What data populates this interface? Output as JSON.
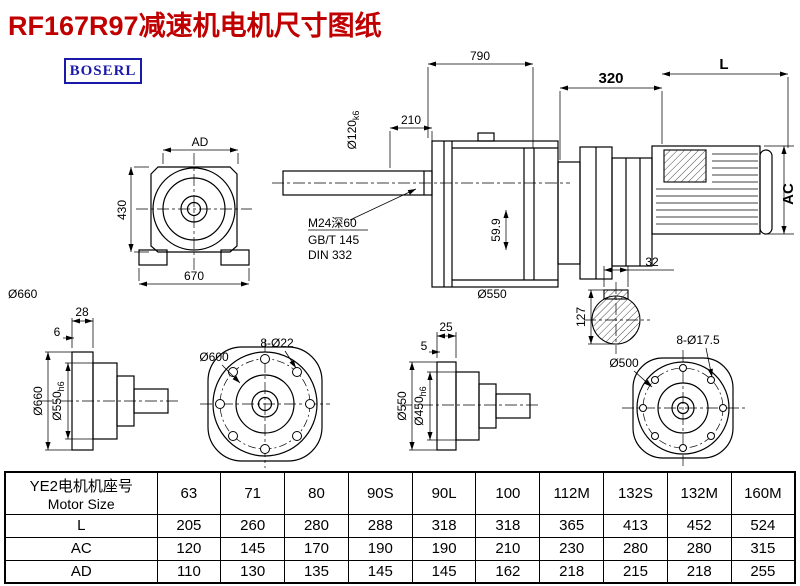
{
  "page": {
    "title": "RF167R97减速机电机尺寸图纸",
    "brand": "BOSERL"
  },
  "colors": {
    "title": "#c00000",
    "brand": "#1a1aa8",
    "line": "#000000"
  },
  "labels": {
    "front_view": {
      "ad": "AD",
      "h": "430",
      "w": "670",
      "od": "Ø660"
    },
    "side_view": {
      "overall_w": "790",
      "shaft_len": "210",
      "shaft_dia": "Ø120",
      "shaft_tol": "k6",
      "tap": "M24深60",
      "std1": "GB/T 145",
      "std2": "DIN 332",
      "key_h": "59.9",
      "flange": "Ø550"
    },
    "motor_view": {
      "adapter": "320",
      "l": "L",
      "ac": "AC",
      "key_w": "32",
      "section_h": "127"
    },
    "flange1_side": {
      "t1": "28",
      "t2": "6",
      "od": "Ø660",
      "spigot": "Ø550",
      "spigot_tol": "h6"
    },
    "flange1_front": {
      "bolt_circle": "Ø600",
      "holes": "8-Ø22"
    },
    "flange2_side": {
      "t1": "25",
      "t2": "5",
      "od": "Ø550",
      "spigot": "Ø450",
      "spigot_tol": "h6"
    },
    "flange2_front": {
      "bolt_circle": "Ø500",
      "holes": "8-Ø17.5"
    }
  },
  "table": {
    "header": {
      "line1": "YE2电机机座号",
      "line2": "Motor Size"
    },
    "frames": [
      "63",
      "71",
      "80",
      "90S",
      "90L",
      "100",
      "112M",
      "132S",
      "132M",
      "160M"
    ],
    "rows": [
      {
        "label": "L",
        "values": [
          "205",
          "260",
          "280",
          "288",
          "318",
          "318",
          "365",
          "413",
          "452",
          "524"
        ]
      },
      {
        "label": "AC",
        "values": [
          "120",
          "145",
          "170",
          "190",
          "190",
          "210",
          "230",
          "280",
          "280",
          "315"
        ]
      },
      {
        "label": "AD",
        "values": [
          "110",
          "130",
          "135",
          "145",
          "145",
          "162",
          "218",
          "215",
          "218",
          "255"
        ]
      }
    ]
  }
}
